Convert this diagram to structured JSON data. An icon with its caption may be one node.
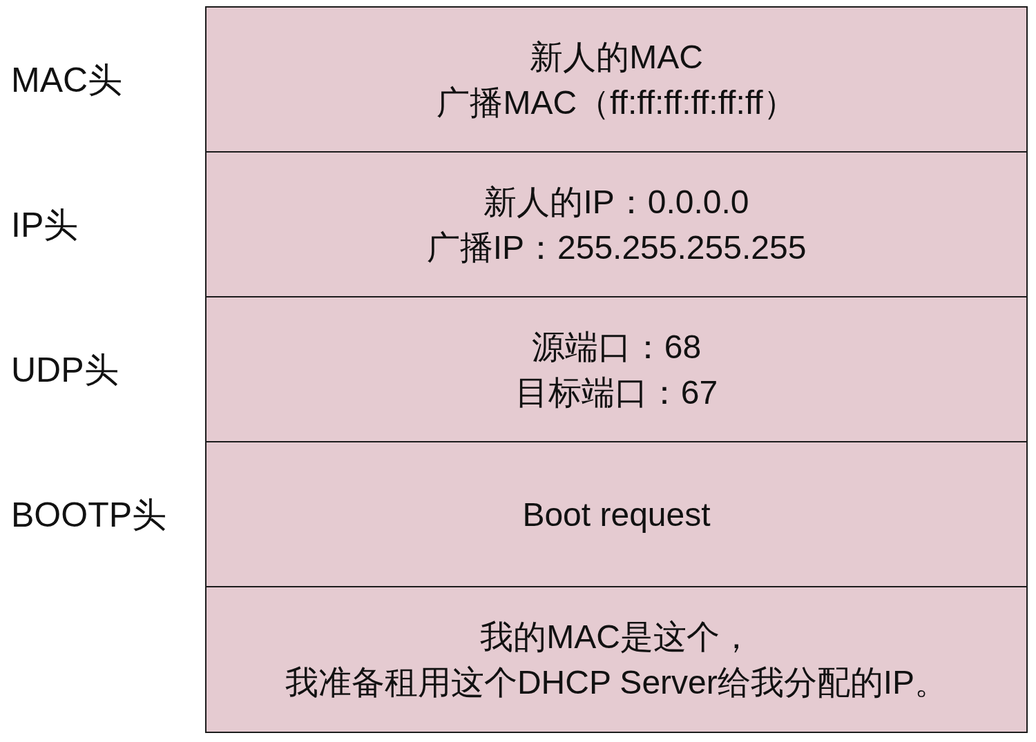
{
  "diagram": {
    "nodes": [
      {
        "text": [
          "新人的MAC",
          "广播MAC（ff:ff:ff:ff:ff:ff）"
        ],
        "beside": [
          "MAC头"
        ]
      },
      {
        "text": [
          "新人的IP：0.0.0.0",
          "广播IP：255.255.255.255"
        ],
        "beside": [
          "IP头"
        ]
      },
      {
        "text": [
          "源端口：68",
          "目标端口：67"
        ],
        "beside": [
          "UDP头"
        ]
      },
      {
        "text": [
          "Boot request"
        ],
        "beside": [
          "BOOTP头"
        ]
      },
      {
        "text": [
          "我的MAC是这个，",
          "我准备租用这个DHCP Server给我分配的IP。"
        ]
      }
    ]
  }
}
